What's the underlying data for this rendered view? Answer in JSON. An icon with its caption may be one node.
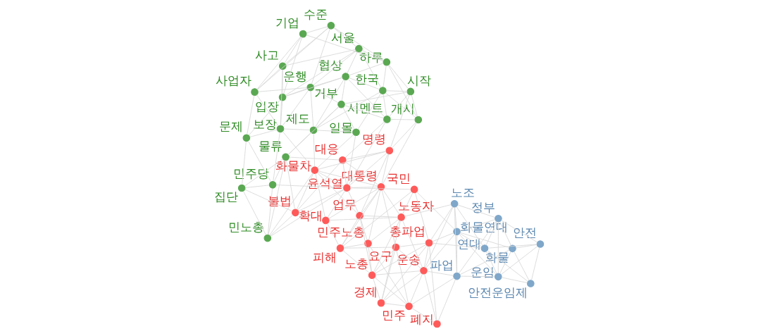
{
  "diagram": {
    "nodes": [
      {
        "text": [
          "업무"
        ]
      },
      {
        "text": [
          "민주노총"
        ]
      },
      {
        "text": [
          "명령"
        ]
      },
      {
        "text": [
          "노총"
        ]
      },
      {
        "text": [
          "대통령"
        ]
      },
      {
        "text": [
          "피해"
        ]
      },
      {
        "text": [
          "요구"
        ]
      },
      {
        "text": [
          "민주"
        ]
      },
      {
        "text": [
          "노동자"
        ]
      },
      {
        "text": [
          "대응"
        ]
      },
      {
        "text": [
          "확대"
        ]
      },
      {
        "text": [
          "경제"
        ]
      },
      {
        "text": [
          "폐지"
        ]
      },
      {
        "text": [
          "윤석열"
        ]
      },
      {
        "text": [
          "운송"
        ]
      },
      {
        "text": [
          "국민"
        ]
      },
      {
        "text": [
          "총파업"
        ]
      },
      {
        "text": [
          "화물차"
        ]
      },
      {
        "text": [
          "불법"
        ]
      },
      {
        "text": [
          "개시"
        ]
      },
      {
        "text": [
          "시작"
        ]
      },
      {
        "text": [
          "시멘트"
        ]
      },
      {
        "text": [
          "한국"
        ]
      },
      {
        "text": [
          "하루"
        ]
      },
      {
        "text": [
          "거부"
        ]
      },
      {
        "text": [
          "일몰"
        ]
      },
      {
        "text": [
          "협상"
        ]
      },
      {
        "text": [
          "서울"
        ]
      },
      {
        "text": [
          "제도"
        ]
      },
      {
        "text": [
          "수준"
        ]
      },
      {
        "text": [
          "운행"
        ]
      },
      {
        "text": [
          "물류"
        ]
      },
      {
        "text": [
          "민노총"
        ]
      },
      {
        "text": [
          "기업"
        ]
      },
      {
        "text": [
          "입장"
        ]
      },
      {
        "text": [
          "민주당"
        ]
      },
      {
        "text": [
          "사고"
        ]
      },
      {
        "text": [
          "보장"
        ]
      },
      {
        "text": [
          "집단"
        ]
      },
      {
        "text": [
          "사업자"
        ]
      },
      {
        "text": [
          "문제"
        ]
      },
      {
        "text": [
          "노조"
        ]
      },
      {
        "text": [
          "파업"
        ]
      },
      {
        "text": [
          "화물연대"
        ]
      },
      {
        "text": [
          "정부"
        ]
      },
      {
        "text": [
          "화물"
        ]
      },
      {
        "text": [
          "연대"
        ]
      },
      {
        "text": [
          "운임"
        ]
      },
      {
        "text": [
          "안전"
        ]
      },
      {
        "text": [
          "안전운임제"
        ]
      }
    ],
    "edges": [
      {
        "from": 0,
        "to": 1,
        "arrow": "none"
      },
      {
        "from": 0,
        "to": 2,
        "arrow": "none"
      },
      {
        "from": 0,
        "to": 4,
        "arrow": "none"
      },
      {
        "from": 0,
        "to": 5,
        "arrow": "none"
      },
      {
        "from": 0,
        "to": 13,
        "arrow": "none"
      },
      {
        "from": 0,
        "to": 3,
        "arrow": "none"
      },
      {
        "from": 0,
        "to": 8,
        "arrow": "none"
      },
      {
        "from": 0,
        "to": 17,
        "arrow": "none"
      },
      {
        "from": 1,
        "to": 3,
        "arrow": "none"
      },
      {
        "from": 1,
        "to": 4,
        "arrow": "none"
      },
      {
        "from": 1,
        "to": 8,
        "arrow": "none"
      },
      {
        "from": 1,
        "to": 7,
        "arrow": "none"
      },
      {
        "from": 1,
        "to": 5,
        "arrow": "none"
      },
      {
        "from": 2,
        "to": 4,
        "arrow": "none"
      },
      {
        "from": 2,
        "to": 9,
        "arrow": "none"
      },
      {
        "from": 2,
        "to": 13,
        "arrow": "none"
      },
      {
        "from": 2,
        "to": 19,
        "arrow": "none"
      },
      {
        "from": 2,
        "to": 20,
        "arrow": "none"
      },
      {
        "from": 2,
        "to": 17,
        "arrow": "none"
      },
      {
        "from": 3,
        "to": 6,
        "arrow": "none"
      },
      {
        "from": 3,
        "to": 7,
        "arrow": "none"
      },
      {
        "from": 3,
        "to": 11,
        "arrow": "none"
      },
      {
        "from": 3,
        "to": 14,
        "arrow": "none"
      },
      {
        "from": 3,
        "to": 8,
        "arrow": "none"
      },
      {
        "from": 3,
        "to": 16,
        "arrow": "none"
      },
      {
        "from": 3,
        "to": 5,
        "arrow": "none"
      },
      {
        "from": 4,
        "to": 5,
        "arrow": "none"
      },
      {
        "from": 4,
        "to": 9,
        "arrow": "none"
      },
      {
        "from": 4,
        "to": 10,
        "arrow": "none"
      },
      {
        "from": 4,
        "to": 13,
        "arrow": "none"
      },
      {
        "from": 4,
        "to": 17,
        "arrow": "none"
      },
      {
        "from": 4,
        "to": 19,
        "arrow": "none"
      },
      {
        "from": 4,
        "to": 8,
        "arrow": "none"
      },
      {
        "from": 4,
        "to": 6,
        "arrow": "none"
      },
      {
        "from": 5,
        "to": 15,
        "arrow": "none"
      },
      {
        "from": 5,
        "to": 6,
        "arrow": "none"
      },
      {
        "from": 5,
        "to": 10,
        "arrow": "none"
      },
      {
        "from": 6,
        "to": 7,
        "arrow": "none"
      },
      {
        "from": 6,
        "to": 16,
        "arrow": "none"
      },
      {
        "from": 6,
        "to": 14,
        "arrow": "none"
      },
      {
        "from": 6,
        "to": 11,
        "arrow": "none"
      },
      {
        "from": 7,
        "to": 12,
        "arrow": "none"
      },
      {
        "from": 7,
        "to": 14,
        "arrow": "none"
      },
      {
        "from": 7,
        "to": 11,
        "arrow": "none"
      },
      {
        "from": 7,
        "to": 42,
        "arrow": "none"
      },
      {
        "from": 8,
        "to": 15,
        "arrow": "none"
      },
      {
        "from": 8,
        "to": 14,
        "arrow": "none"
      },
      {
        "from": 8,
        "to": 11,
        "arrow": "none"
      },
      {
        "from": 8,
        "to": 10,
        "arrow": "none"
      },
      {
        "from": 8,
        "to": 41,
        "arrow": "none"
      },
      {
        "from": 9,
        "to": 13,
        "arrow": "none"
      },
      {
        "from": 9,
        "to": 18,
        "arrow": "none"
      },
      {
        "from": 9,
        "to": 21,
        "arrow": "none"
      },
      {
        "from": 9,
        "to": 31,
        "arrow": "none"
      },
      {
        "from": 10,
        "to": 13,
        "arrow": "none"
      },
      {
        "from": 10,
        "to": 17,
        "arrow": "none"
      },
      {
        "from": 11,
        "to": 14,
        "arrow": "none"
      },
      {
        "from": 11,
        "to": 16,
        "arrow": "none"
      },
      {
        "from": 12,
        "to": 14,
        "arrow": "none"
      },
      {
        "from": 12,
        "to": 42,
        "arrow": "none"
      },
      {
        "from": 12,
        "to": 16,
        "arrow": "none"
      },
      {
        "from": 13,
        "to": 17,
        "arrow": "none"
      },
      {
        "from": 13,
        "to": 18,
        "arrow": "none"
      },
      {
        "from": 13,
        "to": 21,
        "arrow": "none"
      },
      {
        "from": 13,
        "to": 32,
        "arrow": "none"
      },
      {
        "from": 13,
        "to": 35,
        "arrow": "none"
      },
      {
        "from": 13,
        "to": 25,
        "arrow": "none"
      },
      {
        "from": 14,
        "to": 16,
        "arrow": "none"
      },
      {
        "from": 14,
        "to": 41,
        "arrow": "none"
      },
      {
        "from": 14,
        "to": 43,
        "arrow": "none"
      },
      {
        "from": 14,
        "to": 42,
        "arrow": "none"
      },
      {
        "from": 15,
        "to": 16,
        "arrow": "none"
      },
      {
        "from": 15,
        "to": 13,
        "arrow": "none"
      },
      {
        "from": 15,
        "to": 43,
        "arrow": "none"
      },
      {
        "from": 16,
        "to": 41,
        "arrow": "none"
      },
      {
        "from": 16,
        "to": 43,
        "arrow": "none"
      },
      {
        "from": 16,
        "to": 46,
        "arrow": "none"
      },
      {
        "from": 17,
        "to": 18,
        "arrow": "none"
      },
      {
        "from": 17,
        "to": 32,
        "arrow": "none"
      },
      {
        "from": 17,
        "to": 37,
        "arrow": "none"
      },
      {
        "from": 17,
        "to": 28,
        "arrow": "none"
      },
      {
        "from": 18,
        "to": 31,
        "arrow": "none"
      },
      {
        "from": 18,
        "to": 38,
        "arrow": "none"
      },
      {
        "from": 18,
        "to": 32,
        "arrow": "none"
      },
      {
        "from": 19,
        "to": 20,
        "arrow": "none"
      },
      {
        "from": 19,
        "to": 22,
        "arrow": "none"
      },
      {
        "from": 19,
        "to": 23,
        "arrow": "none"
      },
      {
        "from": 19,
        "to": 21,
        "arrow": "none"
      },
      {
        "from": 20,
        "to": 21,
        "arrow": "none"
      },
      {
        "from": 20,
        "to": 22,
        "arrow": "none"
      },
      {
        "from": 20,
        "to": 24,
        "arrow": "none"
      },
      {
        "from": 20,
        "to": 23,
        "arrow": "none"
      },
      {
        "from": 21,
        "to": 22,
        "arrow": "none"
      },
      {
        "from": 21,
        "to": 24,
        "arrow": "none"
      },
      {
        "from": 21,
        "to": 26,
        "arrow": "none"
      },
      {
        "from": 22,
        "to": 23,
        "arrow": "none"
      },
      {
        "from": 22,
        "to": 27,
        "arrow": "none"
      },
      {
        "from": 22,
        "to": 26,
        "arrow": "none"
      },
      {
        "from": 22,
        "to": 28,
        "arrow": "none"
      },
      {
        "from": 22,
        "to": 25,
        "arrow": "none"
      },
      {
        "from": 23,
        "to": 29,
        "arrow": "none"
      },
      {
        "from": 23,
        "to": 27,
        "arrow": "none"
      },
      {
        "from": 23,
        "to": 33,
        "arrow": "none"
      },
      {
        "from": 23,
        "to": 26,
        "arrow": "none"
      },
      {
        "from": 24,
        "to": 25,
        "arrow": "none"
      },
      {
        "from": 24,
        "to": 26,
        "arrow": "none"
      },
      {
        "from": 24,
        "to": 28,
        "arrow": "none"
      },
      {
        "from": 24,
        "to": 31,
        "arrow": "none"
      },
      {
        "from": 24,
        "to": 30,
        "arrow": "none"
      },
      {
        "from": 25,
        "to": 28,
        "arrow": "none"
      },
      {
        "from": 25,
        "to": 17,
        "arrow": "none"
      },
      {
        "from": 26,
        "to": 27,
        "arrow": "none"
      },
      {
        "from": 26,
        "to": 28,
        "arrow": "none"
      },
      {
        "from": 26,
        "to": 30,
        "arrow": "none"
      },
      {
        "from": 26,
        "to": 34,
        "arrow": "none"
      },
      {
        "from": 27,
        "to": 29,
        "arrow": "none"
      },
      {
        "from": 27,
        "to": 30,
        "arrow": "none"
      },
      {
        "from": 27,
        "to": 34,
        "arrow": "none"
      },
      {
        "from": 27,
        "to": 36,
        "arrow": "none"
      },
      {
        "from": 28,
        "to": 30,
        "arrow": "none"
      },
      {
        "from": 28,
        "to": 31,
        "arrow": "none"
      },
      {
        "from": 28,
        "to": 37,
        "arrow": "none"
      },
      {
        "from": 29,
        "to": 33,
        "arrow": "none"
      },
      {
        "from": 29,
        "to": 36,
        "arrow": "none"
      },
      {
        "from": 29,
        "to": 39,
        "arrow": "none"
      },
      {
        "from": 29,
        "to": 30,
        "arrow": "none"
      },
      {
        "from": 30,
        "to": 34,
        "arrow": "none"
      },
      {
        "from": 30,
        "to": 37,
        "arrow": "none"
      },
      {
        "from": 30,
        "to": 39,
        "arrow": "none"
      },
      {
        "from": 31,
        "to": 32,
        "arrow": "none"
      },
      {
        "from": 31,
        "to": 35,
        "arrow": "none"
      },
      {
        "from": 31,
        "to": 38,
        "arrow": "none"
      },
      {
        "from": 32,
        "to": 38,
        "arrow": "none"
      },
      {
        "from": 32,
        "to": 35,
        "arrow": "none"
      },
      {
        "from": 33,
        "to": 36,
        "arrow": "none"
      },
      {
        "from": 33,
        "to": 39,
        "arrow": "none"
      },
      {
        "from": 33,
        "to": 34,
        "arrow": "none"
      },
      {
        "from": 34,
        "to": 36,
        "arrow": "none"
      },
      {
        "from": 34,
        "to": 37,
        "arrow": "none"
      },
      {
        "from": 34,
        "to": 40,
        "arrow": "none"
      },
      {
        "from": 35,
        "to": 38,
        "arrow": "none"
      },
      {
        "from": 35,
        "to": 37,
        "arrow": "none"
      },
      {
        "from": 35,
        "to": 40,
        "arrow": "none"
      },
      {
        "from": 36,
        "to": 39,
        "arrow": "none"
      },
      {
        "from": 36,
        "to": 37,
        "arrow": "none"
      },
      {
        "from": 37,
        "to": 39,
        "arrow": "none"
      },
      {
        "from": 37,
        "to": 40,
        "arrow": "none"
      },
      {
        "from": 38,
        "to": 40,
        "arrow": "none"
      },
      {
        "from": 39,
        "to": 40,
        "arrow": "none"
      },
      {
        "from": 41,
        "to": 42,
        "arrow": "none"
      },
      {
        "from": 41,
        "to": 43,
        "arrow": "none"
      },
      {
        "from": 41,
        "to": 44,
        "arrow": "none"
      },
      {
        "from": 41,
        "to": 46,
        "arrow": "none"
      },
      {
        "from": 42,
        "to": 43,
        "arrow": "none"
      },
      {
        "from": 42,
        "to": 44,
        "arrow": "none"
      },
      {
        "from": 42,
        "to": 45,
        "arrow": "none"
      },
      {
        "from": 42,
        "to": 47,
        "arrow": "none"
      },
      {
        "from": 43,
        "to": 44,
        "arrow": "none"
      },
      {
        "from": 43,
        "to": 46,
        "arrow": "none"
      },
      {
        "from": 43,
        "to": 47,
        "arrow": "none"
      },
      {
        "from": 43,
        "to": 45,
        "arrow": "none"
      },
      {
        "from": 44,
        "to": 45,
        "arrow": "none"
      },
      {
        "from": 44,
        "to": 46,
        "arrow": "none"
      },
      {
        "from": 44,
        "to": 48,
        "arrow": "none"
      },
      {
        "from": 44,
        "to": 47,
        "arrow": "none"
      },
      {
        "from": 45,
        "to": 47,
        "arrow": "none"
      },
      {
        "from": 45,
        "to": 48,
        "arrow": "none"
      },
      {
        "from": 45,
        "to": 49,
        "arrow": "none"
      },
      {
        "from": 46,
        "to": 47,
        "arrow": "none"
      },
      {
        "from": 46,
        "to": 48,
        "arrow": "none"
      },
      {
        "from": 46,
        "to": 49,
        "arrow": "none"
      },
      {
        "from": 47,
        "to": 48,
        "arrow": "none"
      },
      {
        "from": 47,
        "to": 49,
        "arrow": "none"
      },
      {
        "from": 48,
        "to": 49,
        "arrow": "none"
      }
    ]
  }
}
